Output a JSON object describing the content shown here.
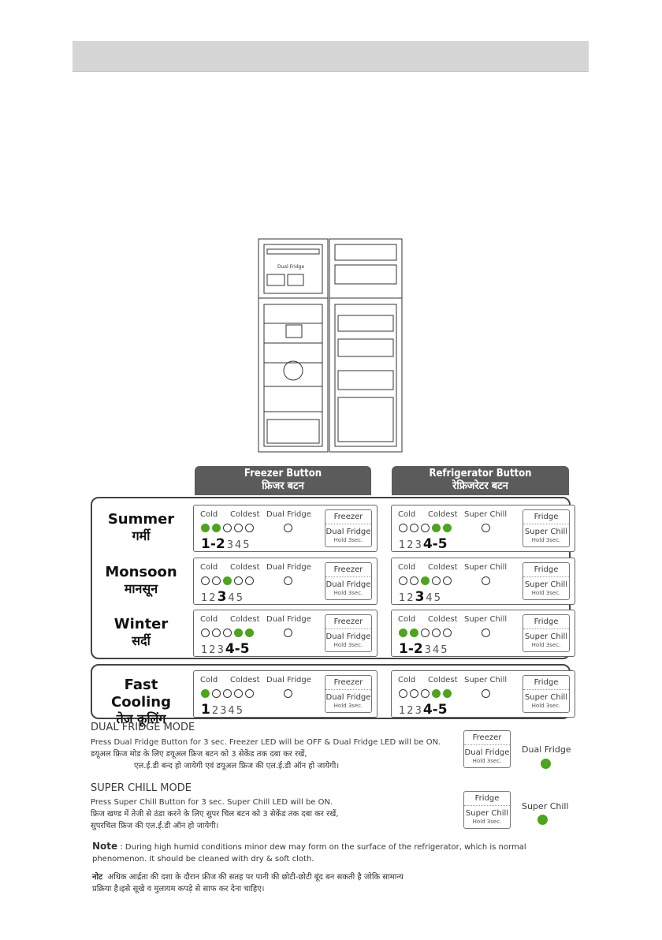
{
  "freezer_head": {
    "en": "Freezer Button",
    "hi": "फ्रिजर बटन"
  },
  "fridge_head": {
    "en": "Refrigerator Button",
    "hi": "रेफ्रिजरेटर बटन"
  },
  "fridge_drawing_label": "Dual Fridge",
  "labels": {
    "cold": "Cold",
    "coldest": "Coldest",
    "dual_fridge": "Dual Fridge",
    "super_chill": "Super Chill"
  },
  "keys": {
    "freezer": "Freezer",
    "dual_fridge": "Dual Fridge",
    "fridge": "Fridge",
    "super_chill": "Super Chill",
    "hold": "Hold 3sec."
  },
  "numbers": [
    "1",
    "2",
    "3",
    "4",
    "5"
  ],
  "groups": [
    {
      "en": "Summer",
      "hi": "गर्मी",
      "freezer": {
        "leds": [
          true,
          true,
          false,
          false,
          false
        ],
        "nums": [
          "1-2",
          "3",
          "4",
          "5"
        ],
        "big": 0
      },
      "fridge": {
        "leds": [
          false,
          false,
          false,
          true,
          true
        ],
        "nums": [
          "1",
          "2",
          "3",
          "4-5"
        ],
        "big": 3
      }
    },
    {
      "en": "Monsoon",
      "hi": "मानसून",
      "freezer": {
        "leds": [
          false,
          false,
          true,
          false,
          false
        ],
        "nums": [
          "1",
          "2",
          "3",
          "4",
          "5"
        ],
        "big": 2
      },
      "fridge": {
        "leds": [
          false,
          false,
          true,
          false,
          false
        ],
        "nums": [
          "1",
          "2",
          "3",
          "4",
          "5"
        ],
        "big": 2
      }
    },
    {
      "en": "Winter",
      "hi": "सर्दी",
      "freezer": {
        "leds": [
          false,
          false,
          false,
          true,
          true
        ],
        "nums": [
          "1",
          "2",
          "3",
          "4-5"
        ],
        "big": 3
      },
      "fridge": {
        "leds": [
          true,
          true,
          false,
          false,
          false
        ],
        "nums": [
          "1-2",
          "3",
          "4",
          "5"
        ],
        "big": 0
      }
    },
    {
      "en": "Fast Cooling",
      "hi": "तेज कूलिंग",
      "freezer": {
        "leds": [
          true,
          false,
          false,
          false,
          false
        ],
        "nums": [
          "1",
          "2",
          "3",
          "4",
          "5"
        ],
        "big": 0
      },
      "fridge": {
        "leds": [
          false,
          false,
          false,
          true,
          true
        ],
        "nums": [
          "1",
          "2",
          "3",
          "4-5"
        ],
        "big": 3
      }
    }
  ],
  "dual_mode": {
    "title": "DUAL FRIDGE  MODE",
    "en": "Press Dual Fridge Button for 3 sec. Freezer LED will be OFF & Dual Fridge LED will be ON.",
    "hi1": "डयूअल फ्रिज मोड के लिए डयूअल फ्रिज बटन को 3 सेकेंड तक दबा कर रखें,",
    "hi2": "एल.ई.डी बन्द हो जायेगी एवं डयूअल फ्रिज की एल.ई.डी ऑन हो जायेगी।",
    "indicator": "Dual Fridge"
  },
  "chill_mode": {
    "title": "SUPER CHILL  MODE",
    "en": "Press Super Chill Button for 3 sec. Super Chill  LED will be ON.",
    "hi1": "फ्रिज खण्ड में तेजी से ठंडा करने के लिए सुपर चिल बटन को 3 सेकेंड तक दबा कर रखें,",
    "hi2": "सुपरचिल फ्रिज की एल.ई.डी ऑन हो जायेगी।",
    "indicator": "Super Chill"
  },
  "note": {
    "label": "Note",
    "line1": ": During high humid conditions minor dew may form on the surface of the refrigerator, which is normal",
    "line2": "phenomenon. It should be cleaned with dry & soft cloth.",
    "hi_label": "नोट",
    "hi1": "अधिक आर्द्रता की दशा के दौरान फ्रीज की सतह पर पानी की छोटी-छोटी बूंद बन सकती है जोकि सामान्य",
    "hi2": "प्रक्रिया है।इसे सूखे व मुलायम कपड़े से साफ कर देना चाहिए।"
  },
  "colors": {
    "led_on": "#4ca51c",
    "header_bar": "#d6d6d6",
    "column_head": "#5b5b5b"
  }
}
